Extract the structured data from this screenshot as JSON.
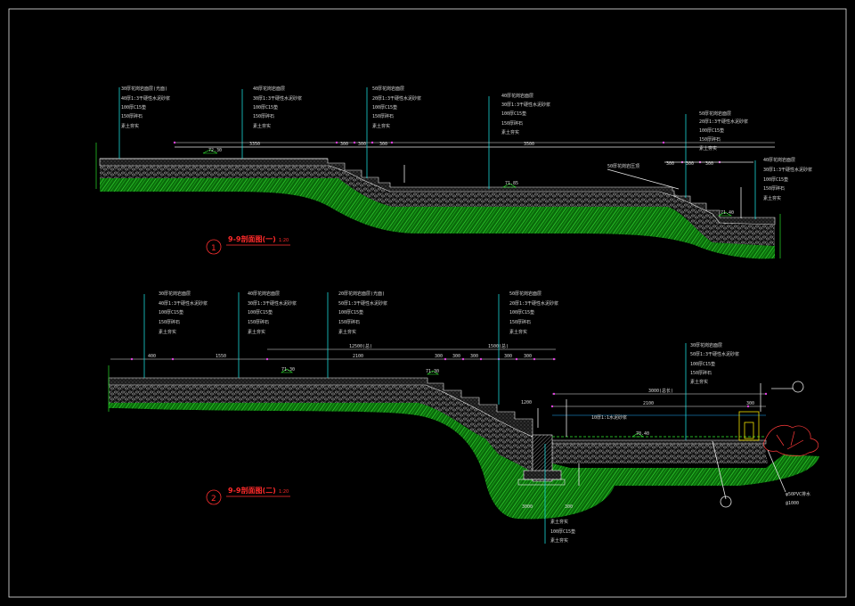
{
  "section1": {
    "number": "1",
    "title": "9-9剖面图(一)",
    "scale": "1:20",
    "labels": [
      {
        "lines": [
          "30厚花岗岩面层(光面)",
          "40厚1:3干硬性水泥砂浆",
          "100厚C15垫",
          "150厚碎石",
          "素土夯实"
        ]
      },
      {
        "lines": [
          "40厚花岗岩面层",
          "30厚1:3干硬性水泥砂浆",
          "100厚C15垫",
          "150厚碎石",
          "素土夯实"
        ]
      },
      {
        "lines": [
          "50厚花岗岩面层",
          "20厚1:3干硬性水泥砂浆",
          "100厚C15垫",
          "150厚碎石",
          "素土夯实"
        ]
      },
      {
        "lines": [
          "40厚花岗岩面层",
          "30厚1:3干硬性水泥砂浆",
          "100厚C15垫",
          "150厚碎石",
          "素土夯实"
        ]
      },
      {
        "lines": [
          "50厚花岗岩面层",
          "20厚1:3干硬性水泥砂浆",
          "100厚C15垫",
          "150厚碎石",
          "素土夯实"
        ]
      },
      {
        "lines": [
          "40厚花岗岩面层",
          "30厚1:3干硬性水泥砂浆",
          "100厚C15垫",
          "150厚碎石",
          "素土夯实"
        ]
      }
    ],
    "dims": [
      "3350",
      "300",
      "300",
      "300",
      "3500",
      "300",
      "300",
      "300"
    ],
    "elevations": [
      "72.30",
      "71.85",
      "71.40"
    ],
    "note": "50厚花岗岩压顶"
  },
  "section2": {
    "number": "2",
    "title": "9-9剖面图(二)",
    "scale": "1:20",
    "labels": [
      {
        "lines": [
          "30厚花岗岩面层",
          "40厚1:3干硬性水泥砂浆",
          "100厚C15垫",
          "150厚碎石",
          "素土夯实"
        ]
      },
      {
        "lines": [
          "40厚花岗岩面层",
          "30厚1:3干硬性水泥砂浆",
          "100厚C15垫",
          "150厚碎石",
          "素土夯实"
        ]
      },
      {
        "lines": [
          "20厚花岗岩面层(光面)",
          "50厚1:3干硬性水泥砂浆",
          "100厚C15垫",
          "150厚碎石",
          "素土夯实"
        ]
      },
      {
        "lines": [
          "50厚花岗岩面层",
          "20厚1:3干硬性水泥砂浆",
          "100厚C15垫",
          "150厚碎石",
          "素土夯实"
        ]
      },
      {
        "lines": [
          "30厚花岗岩面层",
          "50厚1:3干硬性水泥砂浆",
          "100厚C15垫",
          "150厚碎石",
          "素土夯实"
        ]
      },
      {
        "lines": [
          "素土夯实",
          "100厚C15垫",
          "素土夯实"
        ]
      }
    ],
    "dims": [
      "400",
      "1550",
      "2100",
      "300",
      "300",
      "300",
      "300",
      "300",
      "1200",
      "3000(总长)",
      "2100",
      "3000",
      "300",
      "300"
    ],
    "overall_dims": [
      "12500(总)",
      "1500(总)"
    ],
    "elevations": [
      "71.30",
      "71.30",
      "70.40"
    ],
    "notes": [
      "10厚1:1水泥砂浆",
      "φ50PVC排水",
      "@1000"
    ]
  }
}
